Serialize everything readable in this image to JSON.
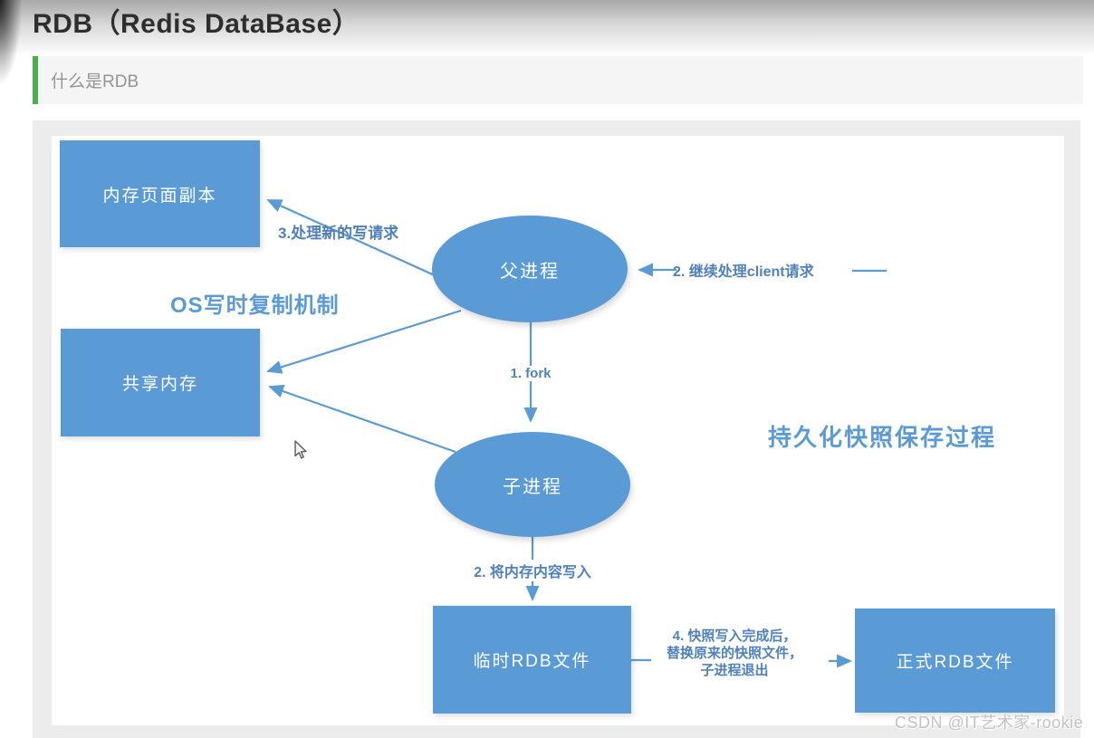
{
  "page": {
    "title": "RDB（Redis DataBase）",
    "section_heading": "什么是RDB",
    "watermark": "CSDN @IT艺术家-rookie"
  },
  "colors": {
    "node_fill": "#5b9bd5",
    "edge_stroke": "#5b9bd5",
    "label_blue": "#4f81bd",
    "accent_green": "#4cae4c"
  },
  "diagram": {
    "nodes": {
      "memory_page_copy": "内存页面副本",
      "shared_memory": "共享内存",
      "parent_process": "父进程",
      "child_process": "子进程",
      "temp_rdb_file": "临时RDB文件",
      "official_rdb_file": "正式RDB文件"
    },
    "annotations": {
      "os_copy_on_write": "OS写时复制机制",
      "persist_process_title": "持久化快照保存过程"
    },
    "edge_labels": {
      "step1_fork": "1. fork",
      "step2_client": "2. 继续处理client请求",
      "step2_write_memory": "2. 将内存内容写入",
      "step3_new_writes": "3.处理新的写请求",
      "step4_line1": "4. 快照写入完成后，",
      "step4_line2": "替换原来的快照文件，",
      "step4_line3": "子进程退出"
    }
  }
}
